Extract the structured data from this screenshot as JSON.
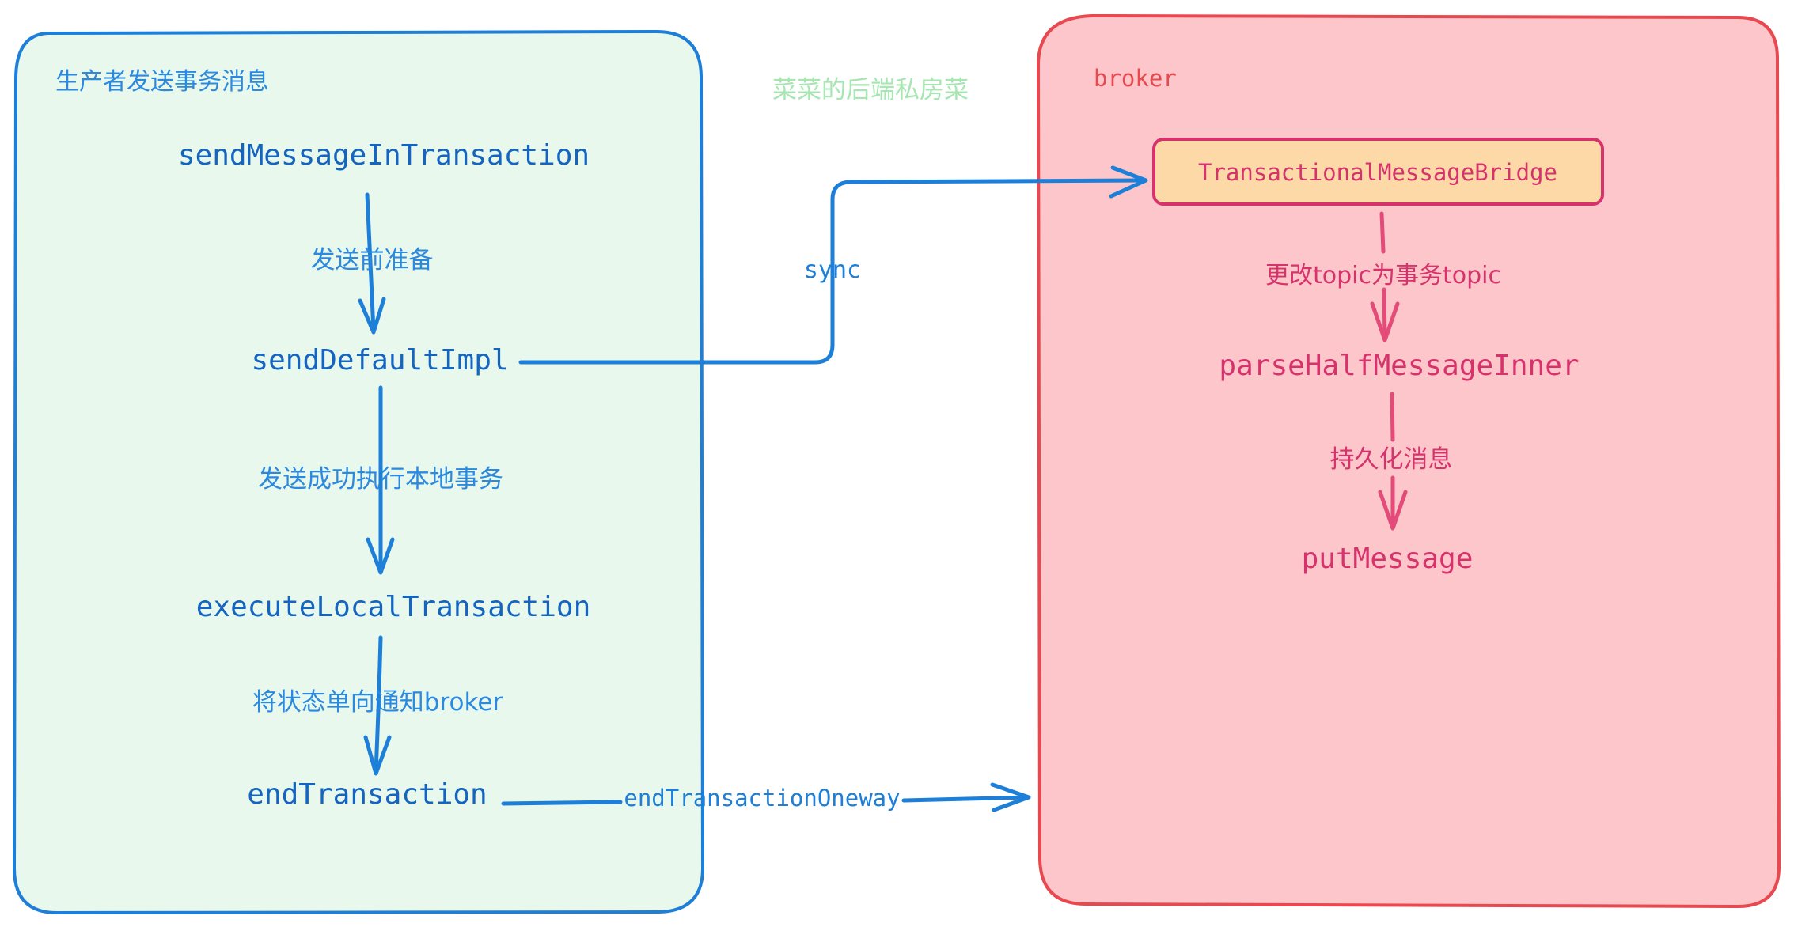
{
  "colors": {
    "producer_fill": "#e8f8ec",
    "producer_stroke": "#1e7fd8",
    "producer_text": "#1565c0",
    "producer_label": "#2b8ae0",
    "broker_fill": "#fdc6ca",
    "broker_stroke": "#e8484f",
    "broker_text": "#d6336c",
    "broker_title": "#e8484f",
    "bridge_fill": "#fcd9a6",
    "bridge_stroke": "#d6336c",
    "watermark": "#a6e6b0"
  },
  "producer": {
    "title": "生产者发送事务消息",
    "nodes": [
      "sendMessageInTransaction",
      "sendDefaultImpl",
      "executeLocalTransaction",
      "endTransaction"
    ],
    "edges": [
      "发送前准备",
      "发送成功执行本地事务",
      "将状态单向通知broker"
    ]
  },
  "watermark": "菜菜的后端私房菜",
  "broker": {
    "title": "broker",
    "bridge": "TransactionalMessageBridge",
    "nodes": [
      "parseHalfMessageInner",
      "putMessage"
    ],
    "edges": [
      "更改topic为事务topic",
      "持久化消息"
    ]
  },
  "links": {
    "sync": "sync",
    "oneway": "endTransactionOneway"
  }
}
